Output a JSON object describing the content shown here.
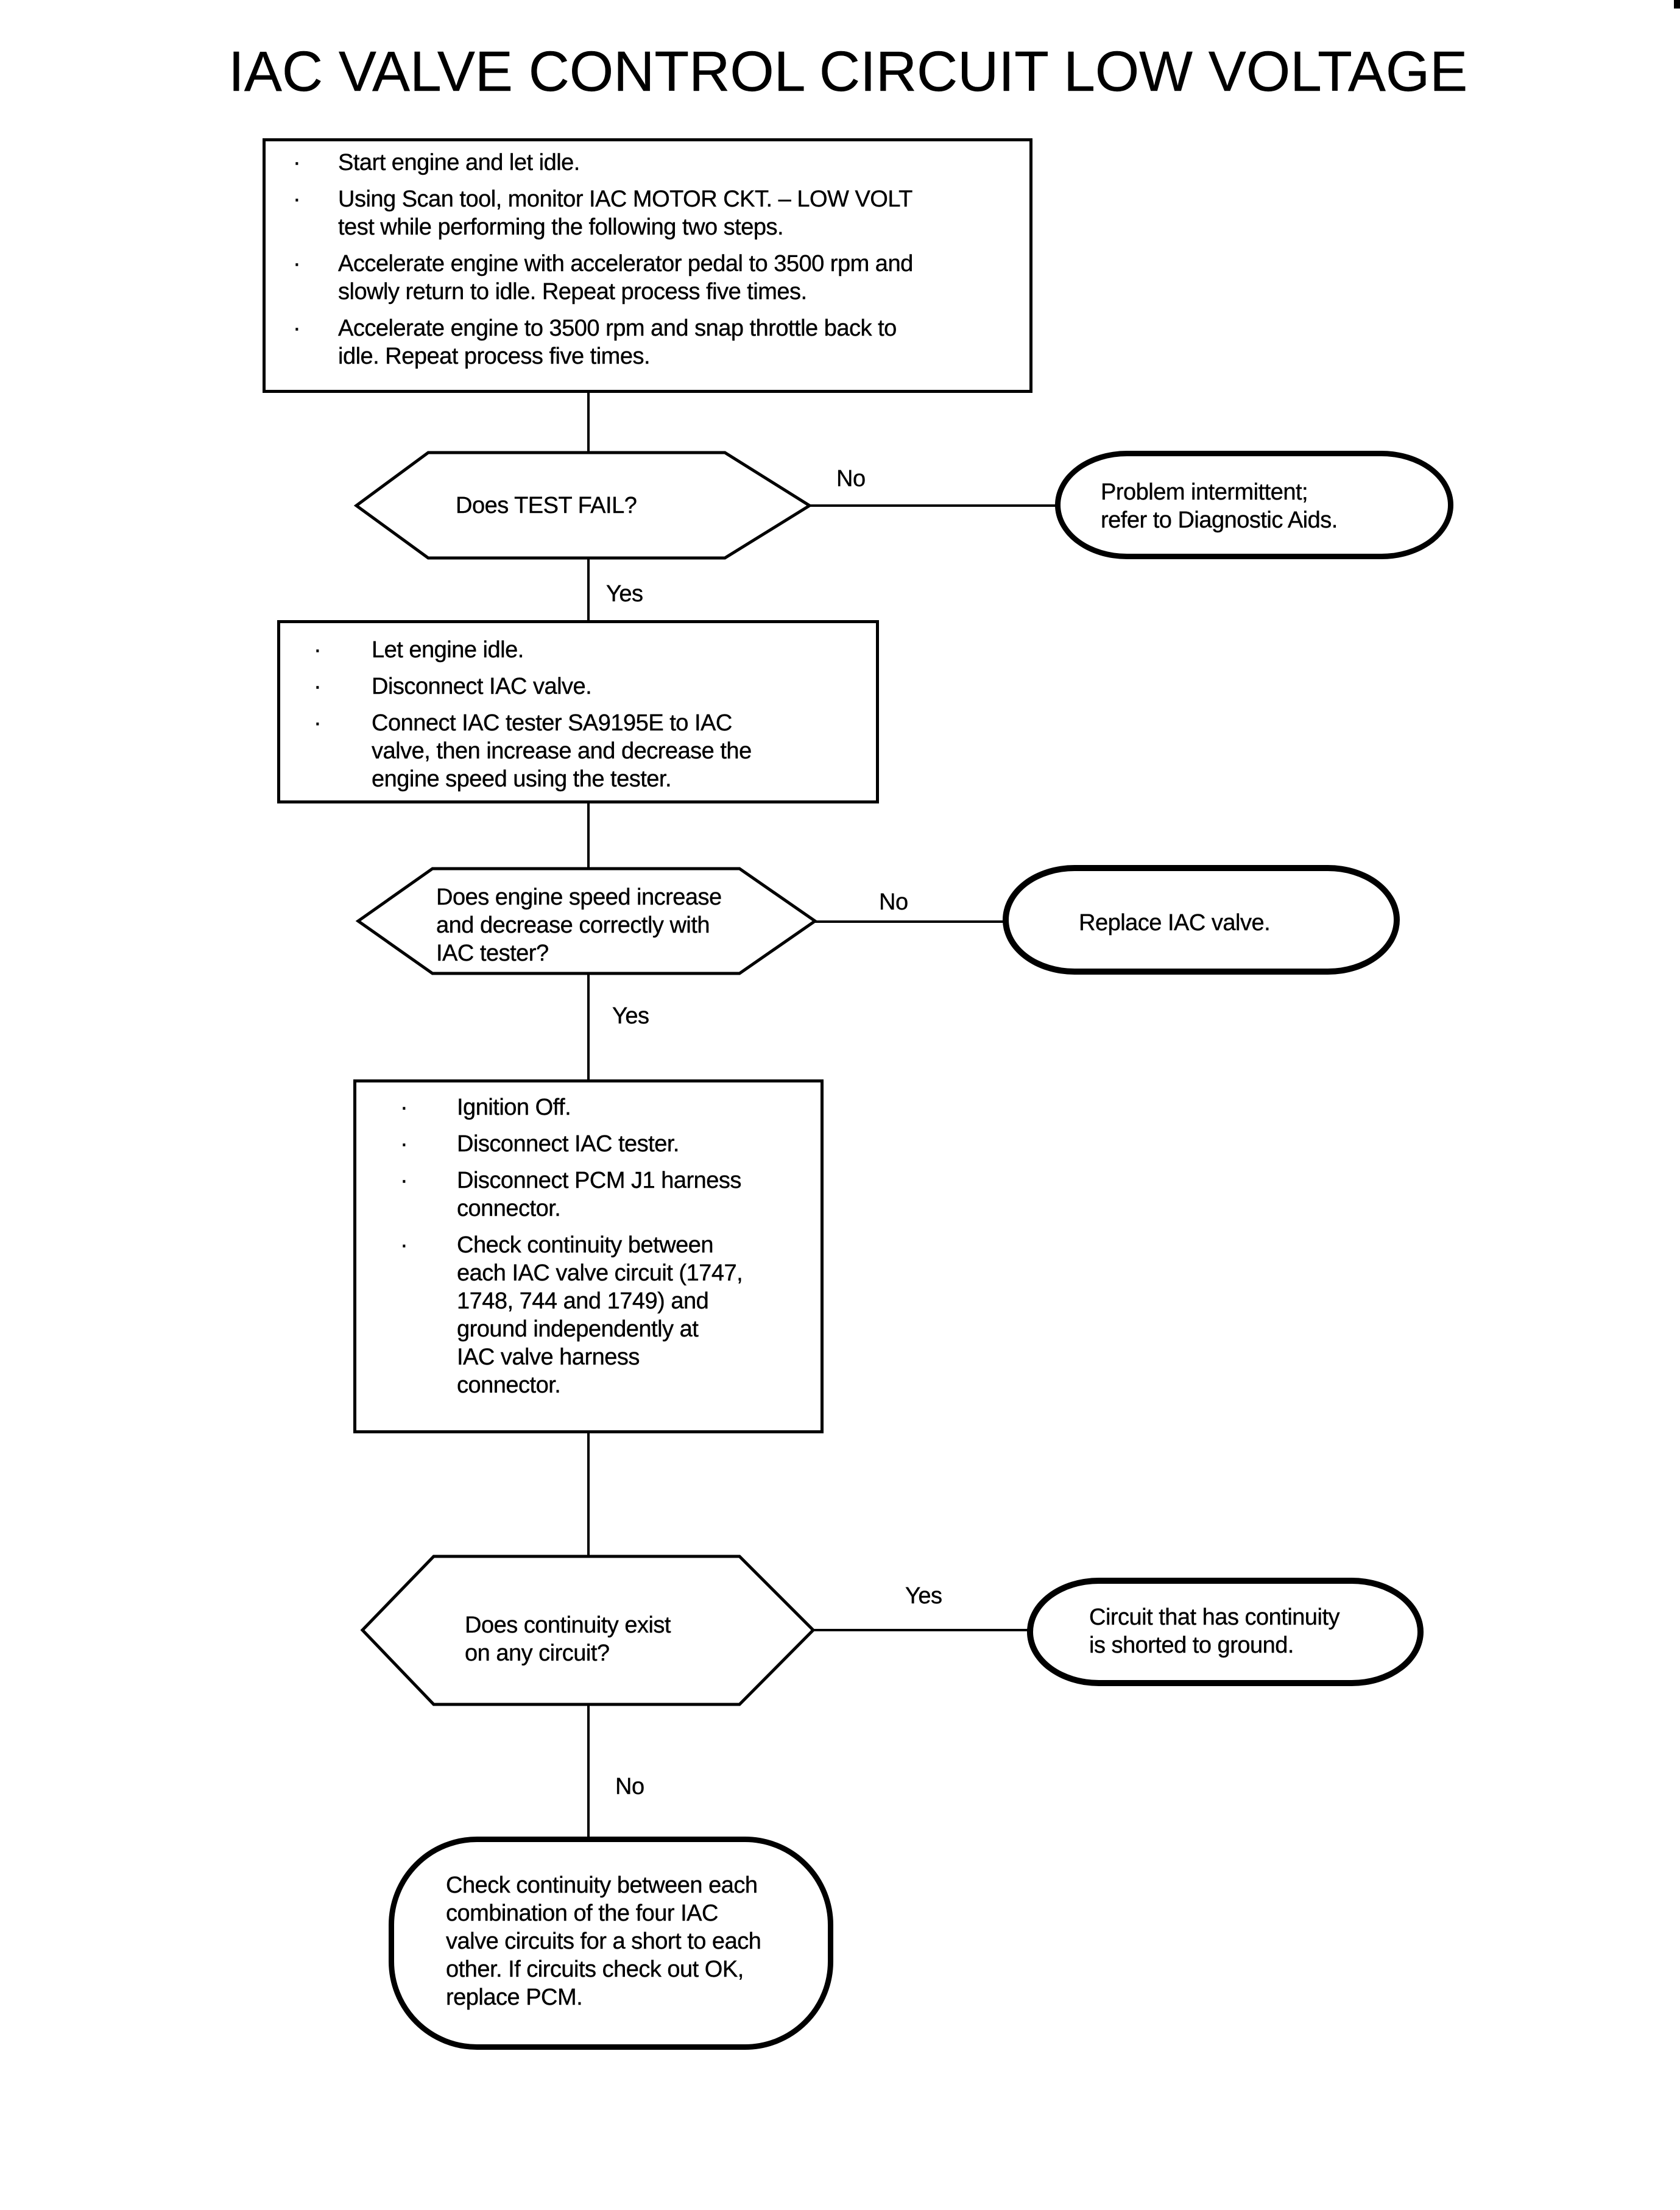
{
  "title": "IAC VALVE CONTROL CIRCUIT LOW VOLTAGE",
  "bullet": "·",
  "labels": {
    "yes": "Yes",
    "no": "No"
  },
  "nodes": {
    "step1": {
      "items": [
        {
          "lines": [
            "Start engine and let idle."
          ]
        },
        {
          "lines": [
            "Using Scan tool, monitor IAC MOTOR CKT. – LOW VOLT",
            "test while performing the following two steps."
          ]
        },
        {
          "lines": [
            "Accelerate engine with accelerator pedal to 3500 rpm and",
            "slowly return to idle. Repeat process five times."
          ]
        },
        {
          "lines": [
            "Accelerate engine to 3500 rpm and snap throttle back to",
            "idle. Repeat process five times."
          ]
        }
      ]
    },
    "decision1": {
      "lines": [
        "Does TEST FAIL?"
      ]
    },
    "result1": {
      "lines": [
        "Problem intermittent;",
        "refer to Diagnostic Aids."
      ]
    },
    "step2": {
      "items": [
        {
          "lines": [
            "Let engine idle."
          ]
        },
        {
          "lines": [
            "Disconnect IAC valve."
          ]
        },
        {
          "lines": [
            "Connect IAC tester SA9195E to IAC",
            "valve, then increase and decrease the",
            "engine speed using the tester."
          ]
        }
      ]
    },
    "decision2": {
      "lines": [
        "Does engine speed increase",
        "and decrease correctly with",
        "IAC tester?"
      ]
    },
    "result2": {
      "lines": [
        "Replace IAC valve."
      ]
    },
    "step3": {
      "items": [
        {
          "lines": [
            "Ignition Off."
          ]
        },
        {
          "lines": [
            "Disconnect IAC tester."
          ]
        },
        {
          "lines": [
            "Disconnect PCM J1 harness",
            "connector."
          ]
        },
        {
          "lines": [
            "Check continuity between",
            "each IAC valve circuit (1747,",
            "1748, 744 and 1749) and",
            "ground independently at",
            "IAC valve harness",
            "connector."
          ]
        }
      ]
    },
    "decision3": {
      "lines": [
        "Does continuity exist",
        "on any circuit?"
      ]
    },
    "result3": {
      "lines": [
        "Circuit that has continuity",
        "is shorted to ground."
      ]
    },
    "terminal": {
      "lines": [
        "Check continuity between each",
        "combination of the four IAC",
        "valve circuits for a short to each",
        "other. If circuits check out OK,",
        "replace PCM."
      ]
    }
  }
}
